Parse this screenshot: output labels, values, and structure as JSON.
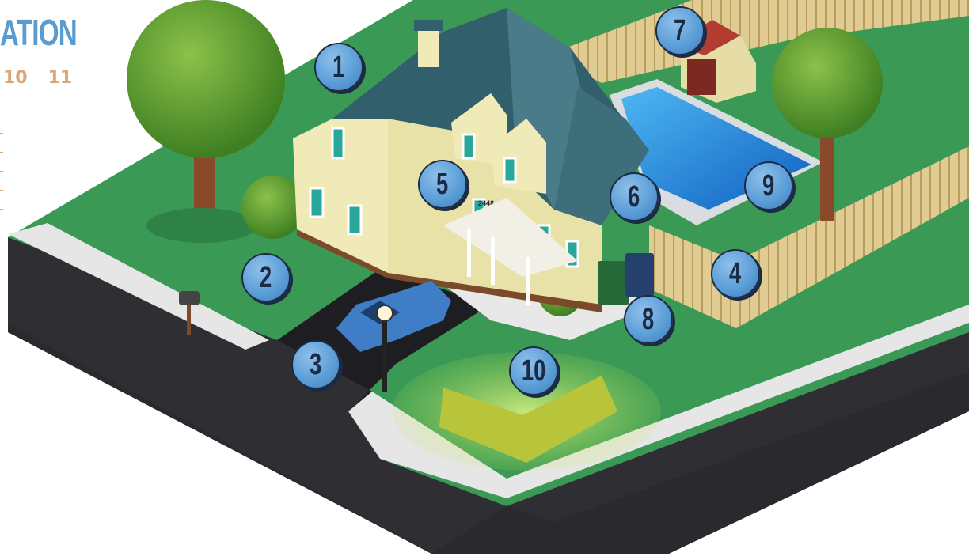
{
  "header": {
    "title_fragment": "ATION",
    "pages": [
      "10",
      "11"
    ]
  },
  "house": {
    "address_number": "2448"
  },
  "markers": [
    {
      "label": "1"
    },
    {
      "label": "2"
    },
    {
      "label": "3"
    },
    {
      "label": "4"
    },
    {
      "label": "5"
    },
    {
      "label": "6"
    },
    {
      "label": "7"
    },
    {
      "label": "8"
    },
    {
      "label": "9"
    },
    {
      "label": "10"
    }
  ],
  "colors": {
    "grass": "#3a9a55",
    "road": "#2f2f33",
    "sidewalk": "#e6e6e6",
    "roof": "#325f6c",
    "house_wall": "#efeab8",
    "fence": "#d9c48a",
    "pool": "#1e86d8",
    "marker": "#5d9fd8",
    "accent_text": "#5a9bd0",
    "page_text": "#d8a77c"
  }
}
